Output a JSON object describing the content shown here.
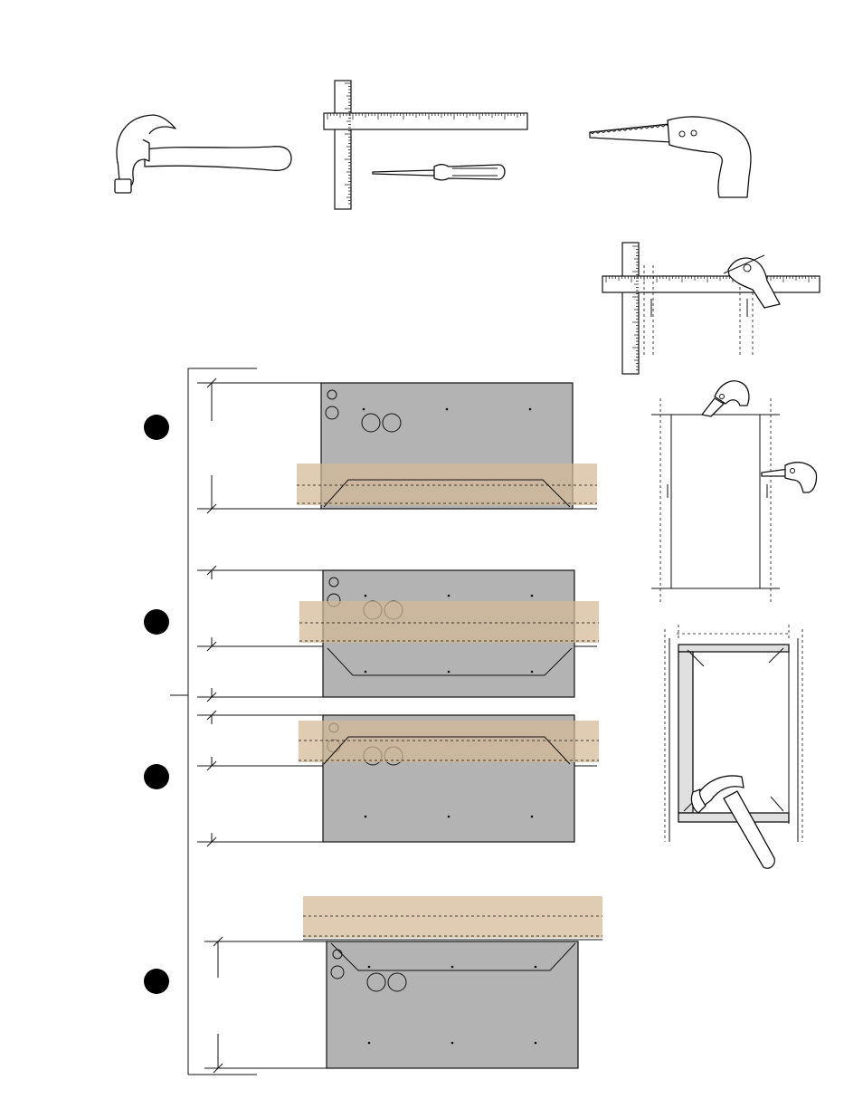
{
  "figure": {
    "tools": [
      "hammer-icon",
      "carpenter-square-icon",
      "screwdriver-icon",
      "keyhole-saw-icon"
    ],
    "steps": [
      {
        "marker": "step-1-marker"
      },
      {
        "marker": "step-2-marker"
      },
      {
        "marker": "step-3-marker"
      },
      {
        "marker": "step-4-marker"
      }
    ],
    "colors": {
      "panel": "#b3b3b3",
      "stud": "#d2b896",
      "bullet": "#000000",
      "line": "#111111"
    }
  }
}
